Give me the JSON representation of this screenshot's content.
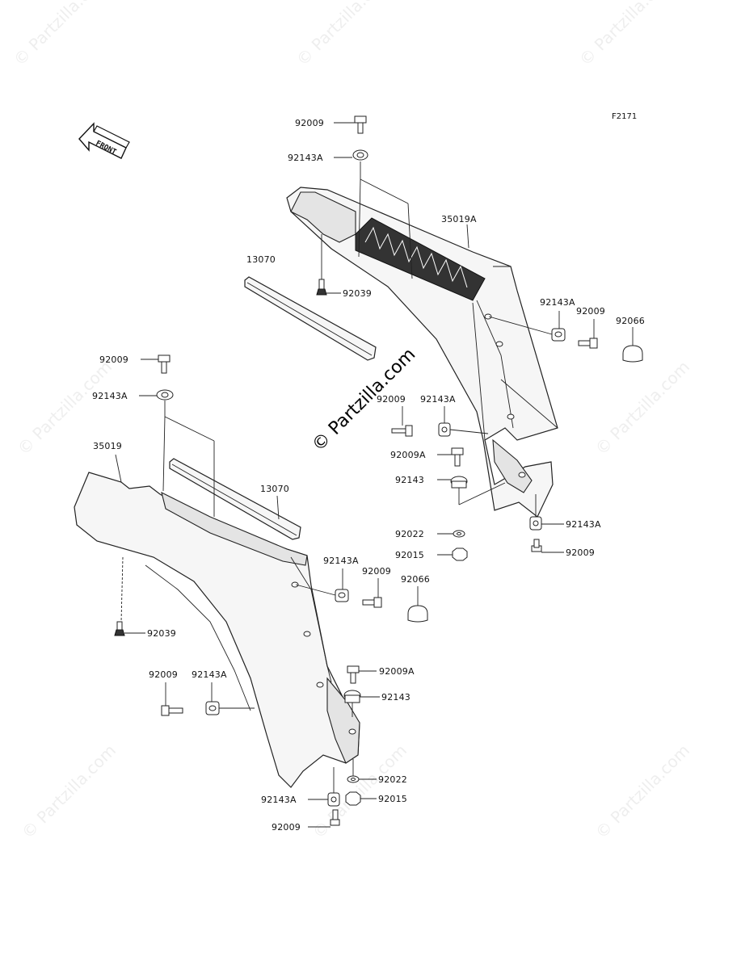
{
  "figure_code": "F2171",
  "front_label": "FRONT",
  "watermark": {
    "text": "© Partzilla.com",
    "center_text": "Partzilla.com"
  },
  "callouts": [
    {
      "id": "92009_top",
      "label": "92009"
    },
    {
      "id": "92143A_top",
      "label": "92143A"
    },
    {
      "id": "35019A",
      "label": "35019A"
    },
    {
      "id": "13070_upper",
      "label": "13070"
    },
    {
      "id": "92039_upper",
      "label": "92039"
    },
    {
      "id": "92143A_right_upper",
      "label": "92143A"
    },
    {
      "id": "92009_right_upper",
      "label": "92009"
    },
    {
      "id": "92066_right",
      "label": "92066"
    },
    {
      "id": "92009_mid",
      "label": "92009"
    },
    {
      "id": "92143A_mid",
      "label": "92143A"
    },
    {
      "id": "92009A_mid",
      "label": "92009A"
    },
    {
      "id": "92143_mid",
      "label": "92143"
    },
    {
      "id": "92022_mid",
      "label": "92022"
    },
    {
      "id": "92015_mid",
      "label": "92015"
    },
    {
      "id": "92143A_right_lower",
      "label": "92143A"
    },
    {
      "id": "92009_right_lower",
      "label": "92009"
    },
    {
      "id": "92009_left",
      "label": "92009"
    },
    {
      "id": "92143A_left",
      "label": "92143A"
    },
    {
      "id": "35019",
      "label": "35019"
    },
    {
      "id": "13070_lower",
      "label": "13070"
    },
    {
      "id": "92143A_lower_mid",
      "label": "92143A"
    },
    {
      "id": "92009_lower_mid",
      "label": "92009"
    },
    {
      "id": "92066_lower",
      "label": "92066"
    },
    {
      "id": "92039_lower",
      "label": "92039"
    },
    {
      "id": "92009A_lower",
      "label": "92009A"
    },
    {
      "id": "92143_lower",
      "label": "92143"
    },
    {
      "id": "92009_bottom_left",
      "label": "92009"
    },
    {
      "id": "92143A_bottom_left",
      "label": "92143A"
    },
    {
      "id": "92022_lower",
      "label": "92022"
    },
    {
      "id": "92143A_bottom",
      "label": "92143A"
    },
    {
      "id": "92015_lower",
      "label": "92015"
    },
    {
      "id": "92009_bottom",
      "label": "92009"
    }
  ]
}
